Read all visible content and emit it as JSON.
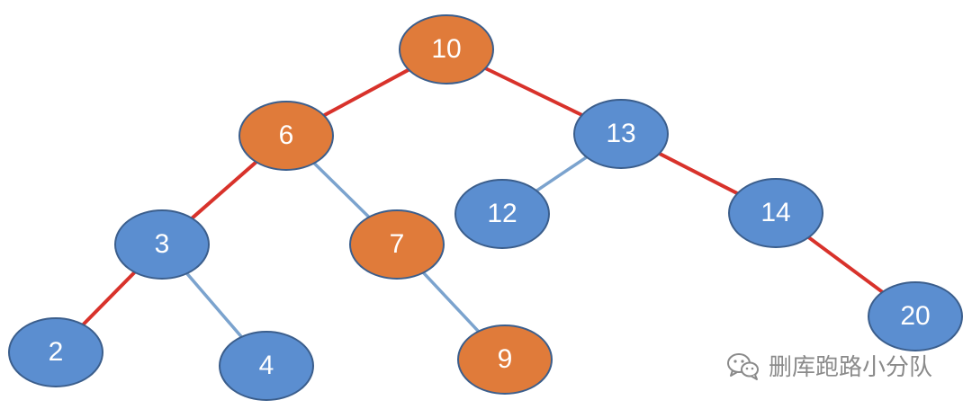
{
  "colors": {
    "orange": "#E07B3A",
    "blue": "#5B8ED0",
    "node_stroke": "#3B5E8C",
    "red_edge": "#D8322B",
    "blue_edge": "#7BA3CE",
    "label": "#FFFFFF"
  },
  "tree": {
    "nodes": [
      {
        "id": "n10",
        "label": "10",
        "color": "orange"
      },
      {
        "id": "n6",
        "label": "6",
        "color": "orange"
      },
      {
        "id": "n13",
        "label": "13",
        "color": "blue"
      },
      {
        "id": "n3",
        "label": "3",
        "color": "blue"
      },
      {
        "id": "n7",
        "label": "7",
        "color": "orange"
      },
      {
        "id": "n12",
        "label": "12",
        "color": "blue"
      },
      {
        "id": "n14",
        "label": "14",
        "color": "blue"
      },
      {
        "id": "n2",
        "label": "2",
        "color": "blue"
      },
      {
        "id": "n4",
        "label": "4",
        "color": "blue"
      },
      {
        "id": "n9",
        "label": "9",
        "color": "orange"
      },
      {
        "id": "n20",
        "label": "20",
        "color": "blue"
      }
    ],
    "edges": [
      {
        "from": "n10",
        "to": "n6",
        "color": "red"
      },
      {
        "from": "n10",
        "to": "n13",
        "color": "red"
      },
      {
        "from": "n6",
        "to": "n3",
        "color": "red"
      },
      {
        "from": "n6",
        "to": "n7",
        "color": "blue"
      },
      {
        "from": "n13",
        "to": "n12",
        "color": "blue"
      },
      {
        "from": "n13",
        "to": "n14",
        "color": "red"
      },
      {
        "from": "n3",
        "to": "n2",
        "color": "red"
      },
      {
        "from": "n3",
        "to": "n4",
        "color": "blue"
      },
      {
        "from": "n7",
        "to": "n9",
        "color": "blue"
      },
      {
        "from": "n14",
        "to": "n20",
        "color": "red"
      }
    ]
  },
  "watermark": {
    "icon": "wechat-icon",
    "text": "删库跑路小分队"
  }
}
